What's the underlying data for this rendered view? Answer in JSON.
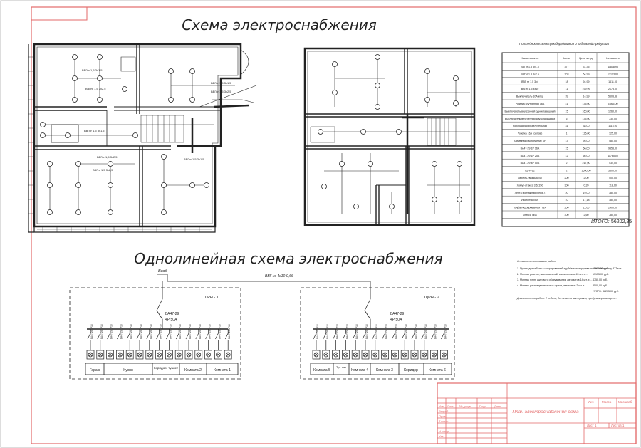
{
  "titles": {
    "plan": "Схема электроснабжения",
    "single_line": "Однолинейная схема электроснабжения"
  },
  "plan": {
    "cable_labels": [
      "ВВГнг 1,5 3х1,5",
      "ВВГнг 1,5 3х2,5",
      "ВВГнг 1,5 3х1,5",
      "ВВГнг 1,5 3х2,5",
      "ВВГнг 1,5 3х1,5",
      "ВВГнг 1,5 3х2,5",
      "ВВГнг 1,5 3х1,5",
      "ВВГнг 1,5 3х2,5"
    ]
  },
  "spec": {
    "caption": "Потребность электрооборудования и кабельной продукции",
    "headers": [
      "Наименование",
      "Кол-во",
      "Цена за ед.",
      "Цена всего"
    ],
    "rows": [
      [
        "ВВГнг 1,5 3х1,5",
        "377",
        "31,35",
        "11818,95"
      ],
      [
        "ВВГнг 1,5 3х2,5",
        "203",
        "64,99",
        "13193,00"
      ],
      [
        "ВВГ нг 1,5 3х4",
        "18",
        "94,99",
        "1611,00"
      ],
      [
        "ВВГнг 1,5 4х10",
        "11",
        "199,99",
        "2178,00"
      ],
      [
        "Выключатель 10Ампер",
        "39",
        "14,99",
        "5605,58"
      ],
      [
        "Розетка внутренняя 16А",
        "41",
        "135,00",
        "5,565,00"
      ],
      [
        "Выключатель внутренний одноклавишный",
        "15",
        "160,00",
        "1260,00"
      ],
      [
        "Выключатель внутренний двухклавишный",
        "6",
        "135,00",
        "735,00"
      ],
      [
        "Коробка распределительная",
        "31",
        "38,00",
        "1116,00"
      ],
      [
        "Розетка 16А (силов.)",
        "1",
        "125,00",
        "125,00"
      ],
      [
        "Клеммная распределит. 2Р",
        "13",
        "95,00",
        "485,00"
      ],
      [
        "ВА47-29 1Р 16А",
        "15",
        "66,00",
        "9555,00"
      ],
      [
        "ВА47-29 1Р 25А",
        "12",
        "66,00",
        "11765,00"
      ],
      [
        "ВА47-29 4Р 50А",
        "2",
        "217,00",
        "434,00"
      ],
      [
        "ЩРН-12",
        "2",
        "1550,00",
        "3300,00"
      ],
      [
        "Дюбель-гвоздь 6х40",
        "200",
        "2,00",
        "400,00"
      ],
      [
        "Хомут-стяжка 3,6х150",
        "300",
        "0,39",
        "118,00"
      ],
      [
        "Лента монтажная (перф.)",
        "20",
        "19,00",
        "380,00"
      ],
      [
        "Изолента ПВХ",
        "10",
        "17,18",
        "185,00"
      ],
      [
        "Труба гофрированная ПВХ",
        "200",
        "11,00",
        "2400,00"
      ],
      [
        "Клипса ПВХ",
        "300",
        "2,60",
        "780,00"
      ]
    ],
    "total_label": "ИТОГО:",
    "total_value": "56202,25"
  },
  "notes": {
    "heading": "Стоимость монтажных работ:",
    "items": [
      "1. Прокладка кабеля в гофрированной трубе/металлорукаве по стенам/потолку  377 м х ...",
      "2. Монтаж розеток, выключателей, светильников  45 шт. х ...",
      "3. Монтаж групп щитового оборудования, автоматов  14 шт. х ...",
      "4. Монтаж распределительных щитов, автоматов  2 шт. х ..."
    ],
    "amounts": [
      "11800,00 руб.",
      "13155,00 руб.",
      "4750,00 руб.",
      "8500,00 руб."
    ],
    "total": "ИТОГО: 38205,00 руб.",
    "footer": "Длительность работ: 2 недели; без оплаты материала, предусматривающего..."
  },
  "single_line": {
    "input_label": "Ввод",
    "feeder_cable": "ВВГ нг 4х10-0,66",
    "panels": [
      {
        "name": "ЩРН - 1",
        "main_breaker": "ВА47-29",
        "main_rating": "4Р  50А",
        "rooms": [
          "Гараж",
          "Кухня",
          "Коридор, туалет",
          "Комната 2",
          "Комната 1"
        ]
      },
      {
        "name": "ЩРН - 2",
        "main_breaker": "ВА47-29",
        "main_rating": "4Р  50А",
        "rooms": [
          "Комната 5",
          "Туа-лет",
          "Комната 4",
          "Комната 3",
          "Коридор",
          "Комната 6"
        ]
      }
    ],
    "breaker_label": "ВА47-29 1Р16"
  },
  "title_block": {
    "drawing_title": "План электроснабжения дома",
    "col_headers": [
      "Изм",
      "Лист",
      "№ докум.",
      "Подп.",
      "Дата"
    ],
    "roles": [
      "Разраб.",
      "Пров.",
      "Т.контр.",
      "",
      "Н.контр.",
      "Утв."
    ],
    "lit_label": "Лит.",
    "mass_label": "Масса",
    "scale_label": "Масштаб",
    "sheet_label": "Лист 1",
    "sheets_label": "Листов 1"
  },
  "colors": {
    "line": "#222222",
    "accent_red": "#e36a6a"
  }
}
